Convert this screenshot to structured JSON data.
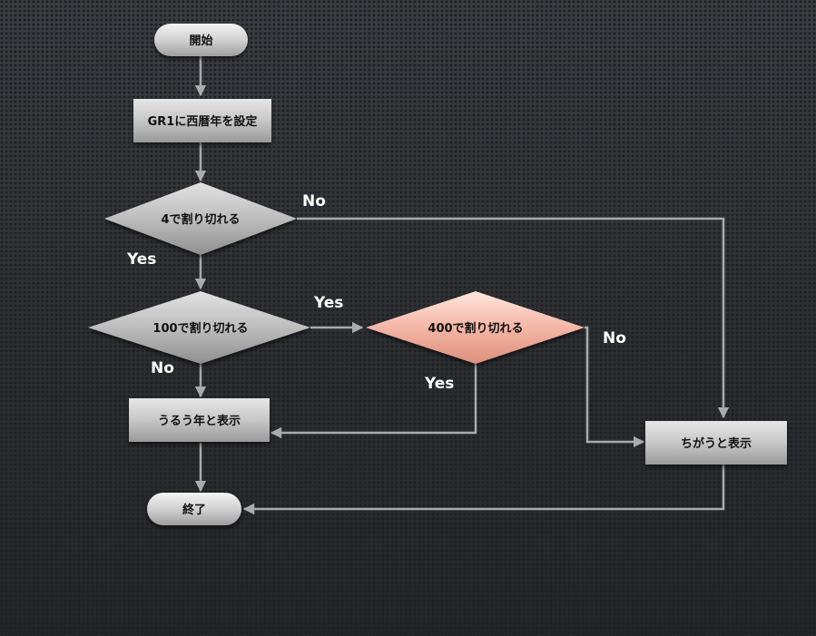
{
  "flowchart": {
    "nodes": {
      "start": "開始",
      "set_year": "GR1に西暦年を設定",
      "div4": "4で割り切れる",
      "div100": "100で割り切れる",
      "div400": "400で割り切れる",
      "leap": "うるう年と表示",
      "not_leap": "ちがうと表示",
      "end": "終了"
    },
    "branches": {
      "div4_no": "No",
      "div4_yes": "Yes",
      "div100_yes": "Yes",
      "div100_no": "No",
      "div400_yes": "Yes",
      "div400_no": "No"
    },
    "colors": {
      "node_fill": "#c9c9c9",
      "highlight_fill": "#f2b7ab",
      "edge": "#a9abae",
      "label": "#ffffff"
    }
  }
}
